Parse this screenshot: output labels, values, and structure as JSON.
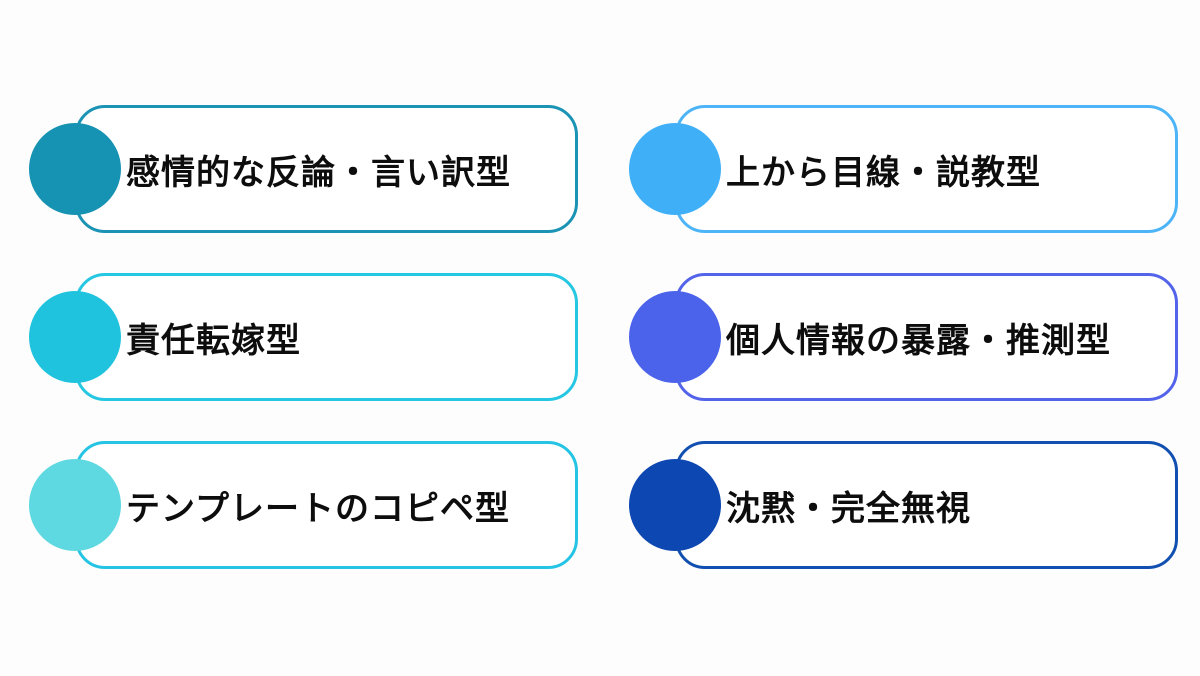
{
  "canvas": {
    "background_color": "#fdfdfd",
    "card_background_color": "#ffffff",
    "text_color": "#0d0d0d"
  },
  "cards": [
    {
      "label": "感情的な反論・言い訳型",
      "circle_color": "#1692b2",
      "border_color": "#1b93b4",
      "position": "top-left"
    },
    {
      "label": "上から目線・説教型",
      "circle_color": "#3fb0f8",
      "border_color": "#4db5f7",
      "position": "top-right"
    },
    {
      "label": "責任転嫁型",
      "circle_color": "#1fc3de",
      "border_color": "#25c7e2",
      "position": "middle-left"
    },
    {
      "label": "個人情報の暴露・推測型",
      "circle_color": "#4a63ea",
      "border_color": "#5464ea",
      "position": "middle-right"
    },
    {
      "label": "テンプレートのコピペ型",
      "circle_color": "#5ed9e1",
      "border_color": "#25c4e4",
      "position": "bottom-left"
    },
    {
      "label": "沈黙・完全無視",
      "circle_color": "#0d47b1",
      "border_color": "#1150b0",
      "position": "bottom-right"
    }
  ]
}
